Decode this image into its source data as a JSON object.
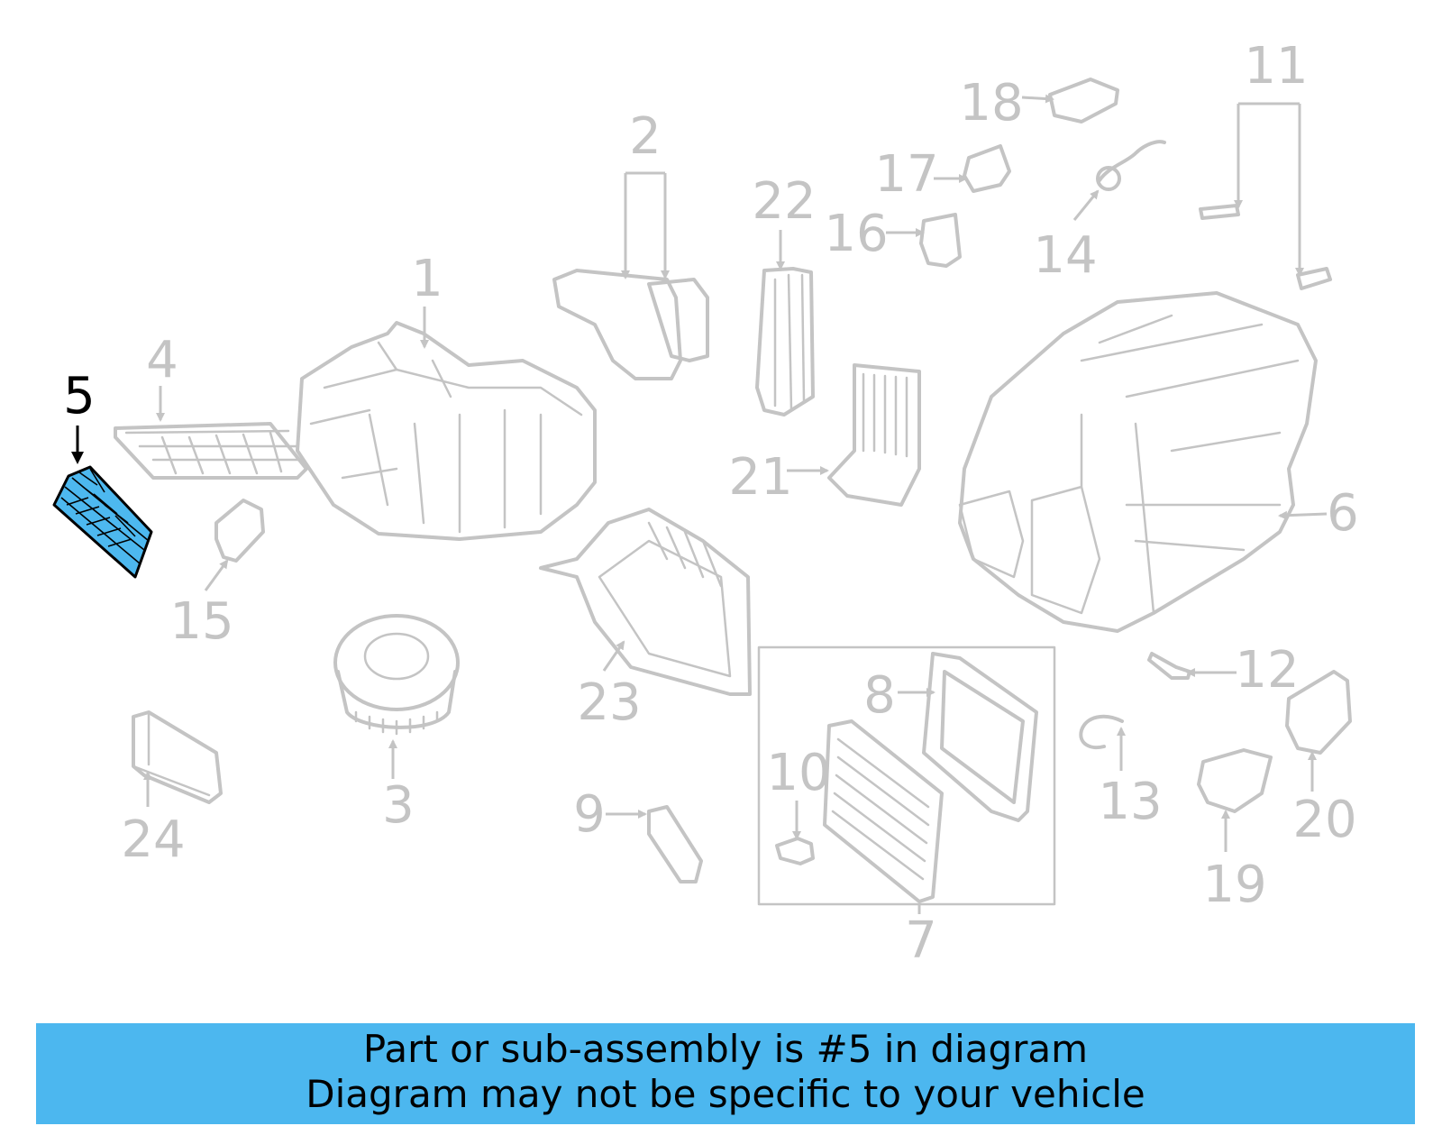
{
  "diagram": {
    "highlight_color": "#4db8ef",
    "part_line_color": "#c4c4c4",
    "highlighted_callout": "5",
    "callouts": {
      "c1": "1",
      "c2": "2",
      "c3": "3",
      "c4": "4",
      "c5": "5",
      "c6": "6",
      "c7": "7",
      "c8": "8",
      "c9": "9",
      "c10": "10",
      "c11": "11",
      "c12": "12",
      "c13": "13",
      "c14": "14",
      "c15": "15",
      "c16": "16",
      "c17": "17",
      "c18": "18",
      "c19": "19",
      "c20": "20",
      "c21": "21",
      "c22": "22",
      "c23": "23",
      "c24": "24"
    }
  },
  "banner": {
    "background_color": "#4cb7ef",
    "line1": "Part or sub-assembly is #5 in diagram",
    "line2": "Diagram may not be specific to your vehicle"
  }
}
